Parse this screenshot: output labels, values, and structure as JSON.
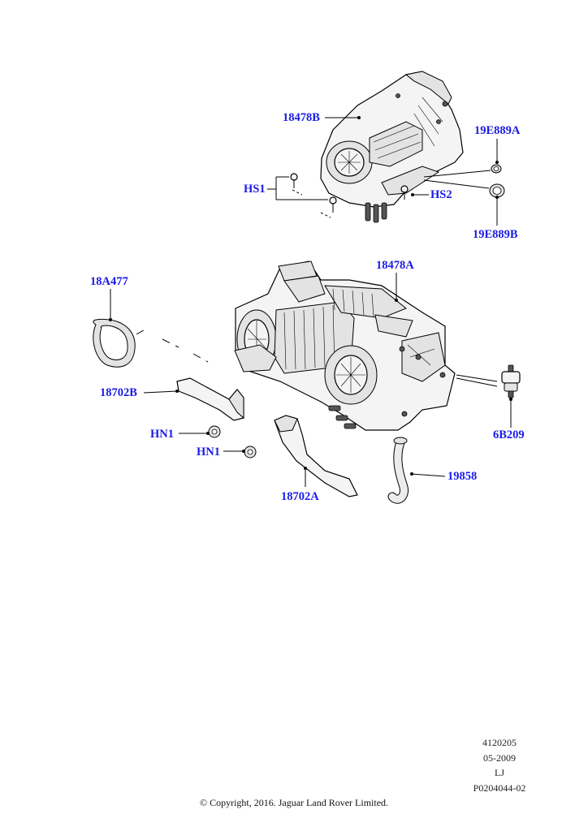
{
  "colors": {
    "callout": "#1a1ae6",
    "line": "#000000"
  },
  "callouts": {
    "c18478B": "18478B",
    "c19E889A": "19E889A",
    "cHS1": "HS1",
    "cHS2": "HS2",
    "c19E889B": "19E889B",
    "c18478A": "18478A",
    "c18A477": "18A477",
    "c18702B": "18702B",
    "c6B209": "6B209",
    "cHN1a": "HN1",
    "cHN1b": "HN1",
    "c19858": "19858",
    "c18702A": "18702A"
  },
  "meta": {
    "code": "4120205",
    "date": "05-2009",
    "author": "LJ",
    "ref": "P0204044-02"
  },
  "copyright": "© Copyright, 2016. Jaguar Land Rover Limited."
}
